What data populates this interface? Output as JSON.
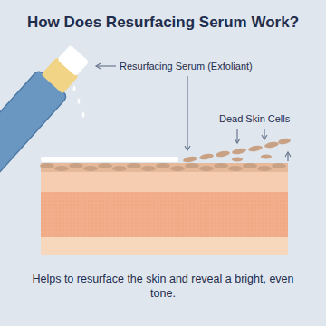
{
  "diagram": {
    "title": "How Does Resurfacing Serum Work?",
    "caption": "Helps to resurface the skin and reveal a bright, even tone.",
    "labels": [
      "Resurfacing Serum (Exfoliant)",
      "Dead Skin Cells"
    ]
  }
}
